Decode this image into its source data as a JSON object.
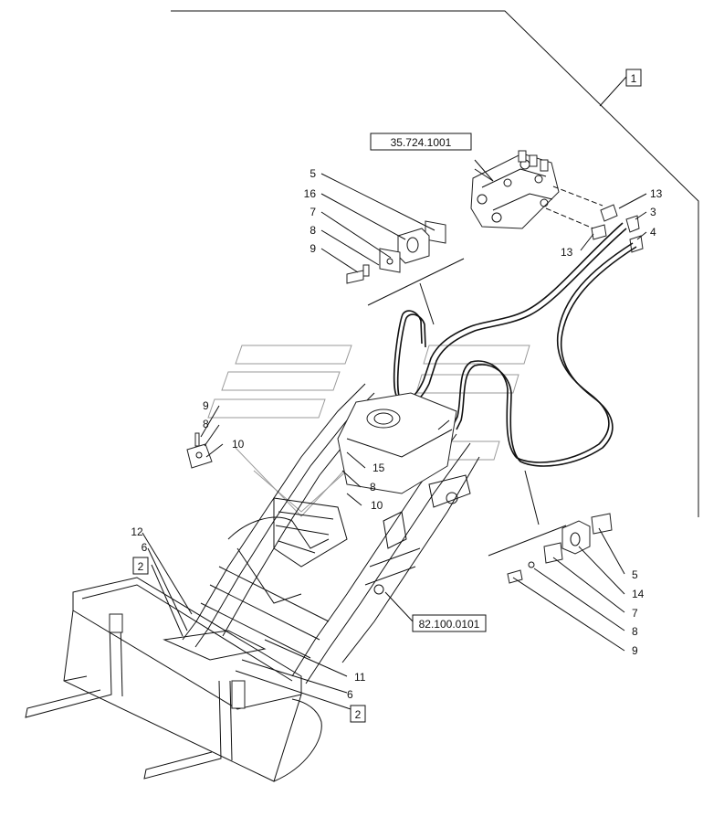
{
  "references": {
    "valve": "35.724.1001",
    "loader": "82.100.0101"
  },
  "boxed_labels": {
    "group": "1",
    "left_cylinder_group": "2",
    "right_cylinder_group": "2"
  },
  "callouts": {
    "c5_top": "5",
    "c16": "16",
    "c7_top": "7",
    "c8_top": "8",
    "c9_top": "9",
    "c13_top": "13",
    "c3": "3",
    "c4": "4",
    "c13_left": "13",
    "c9_mid": "9",
    "c8_mid": "8",
    "c10_mid": "10",
    "c15": "15",
    "c8_center": "8",
    "c10_center": "10",
    "c12": "12",
    "c6_left": "6",
    "c11": "11",
    "c6_bottom": "6",
    "c5_right": "5",
    "c14": "14",
    "c7_right": "7",
    "c8_right": "8",
    "c9_right": "9"
  }
}
